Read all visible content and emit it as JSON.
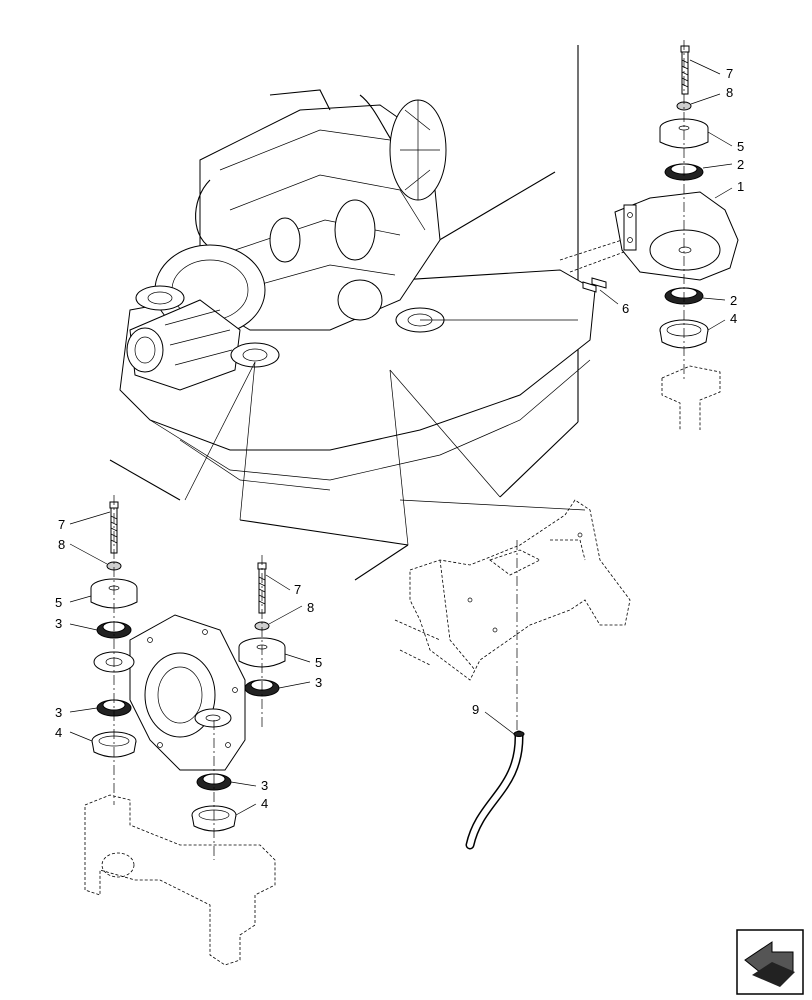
{
  "callouts": {
    "c1": "1",
    "c2a": "2",
    "c2b": "2",
    "c3a": "3",
    "c3b": "3",
    "c3c": "3",
    "c3d": "3",
    "c4a": "4",
    "c4b": "4",
    "c4c": "4",
    "c5a": "5",
    "c5b": "5",
    "c5c": "5",
    "c6": "6",
    "c7a": "7",
    "c7b": "7",
    "c7c": "7",
    "c8a": "8",
    "c8b": "8",
    "c8c": "8",
    "c9": "9"
  },
  "icons": {
    "nav": "nav-arrow-icon"
  }
}
